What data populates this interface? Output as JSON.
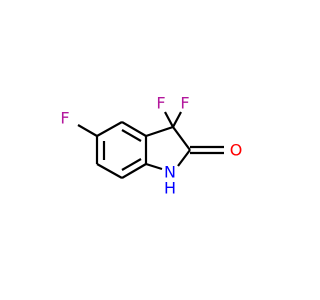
{
  "molecule": {
    "colors": {
      "F": "#b3179c",
      "O": "#ff0000",
      "N": "#0000ff",
      "H": "#0000ff",
      "bond": "#000000",
      "background": "#ffffff"
    },
    "labels": {
      "f_left": "F",
      "f_top_left": "F",
      "f_top_right": "F",
      "oxygen": "O",
      "nitrogen": "N",
      "hydrogen": "H"
    }
  }
}
